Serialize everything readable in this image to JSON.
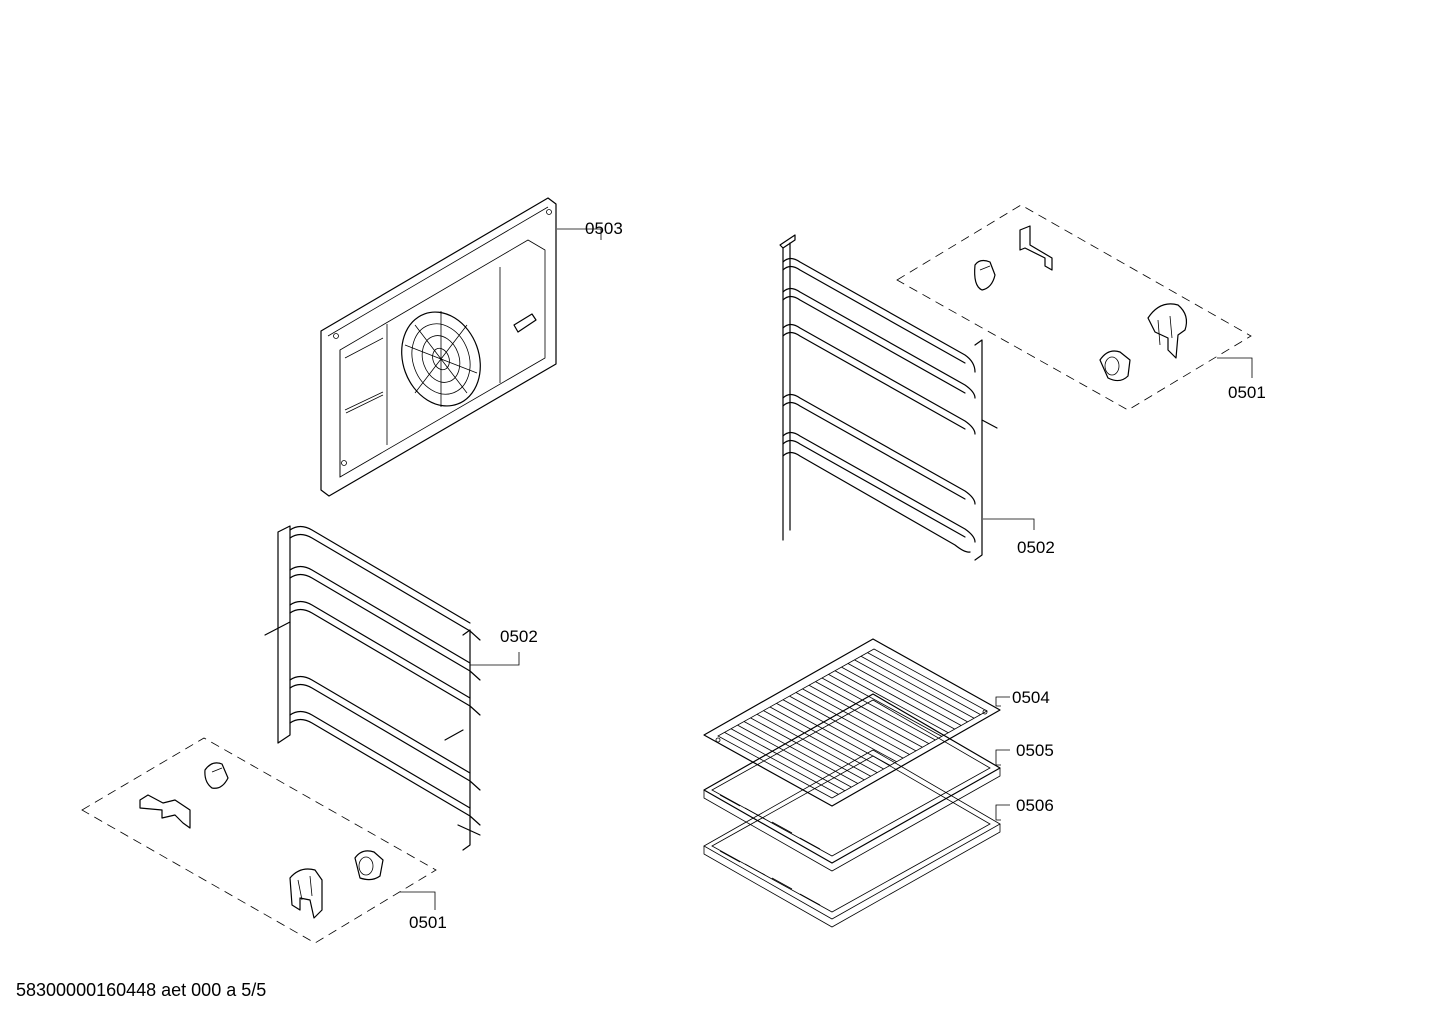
{
  "document": {
    "id_text": "58300000160448 aet 000 a 5/5"
  },
  "callouts": [
    {
      "key": "fan-cover-0503",
      "label": "0503"
    },
    {
      "key": "fixings-right-0501",
      "label": "0501"
    },
    {
      "key": "side-rail-right-0502",
      "label": "0502"
    },
    {
      "key": "side-rail-left-0502",
      "label": "0502"
    },
    {
      "key": "wire-shelf-0504",
      "label": "0504"
    },
    {
      "key": "baking-tray-0505",
      "label": "0505"
    },
    {
      "key": "baking-tray-0506",
      "label": "0506"
    },
    {
      "key": "fixings-left-0501",
      "label": "0501"
    }
  ]
}
